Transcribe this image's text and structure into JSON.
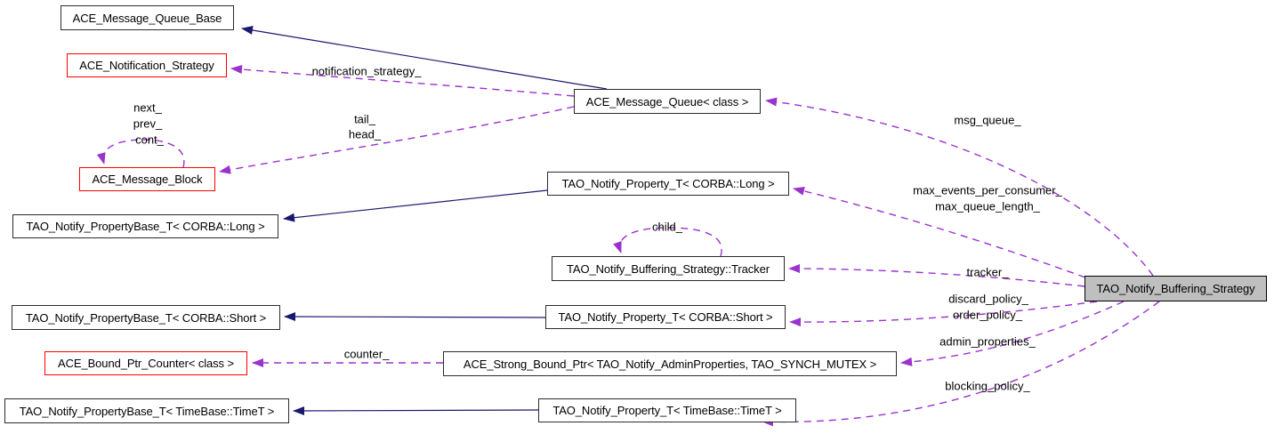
{
  "diagram": {
    "kind": "doxygen-collaboration-graph",
    "main_class": "TAO_Notify_Buffering_Strategy"
  },
  "colors": {
    "inheritance_edge": "#191970",
    "usage_edge": "#9a32cd",
    "node_border": "#2b2b2b",
    "truncated_node_border": "#ff0000",
    "main_node_fill": "#bfbfbf",
    "node_fill": "#ffffff"
  },
  "nodes": {
    "ace_message_queue_base": "ACE_Message_Queue_Base",
    "ace_notification_strategy": "ACE_Notification_Strategy",
    "ace_message_block": "ACE_Message_Block",
    "tao_notify_propertybase_long": "TAO_Notify_PropertyBase_T< CORBA::Long >",
    "tao_notify_propertybase_short": "TAO_Notify_PropertyBase_T< CORBA::Short >",
    "ace_bound_ptr_counter": "ACE_Bound_Ptr_Counter< class >",
    "tao_notify_propertybase_timet": "TAO_Notify_PropertyBase_T< TimeBase::TimeT >",
    "ace_message_queue": "ACE_Message_Queue< class >",
    "tao_notify_property_long": "TAO_Notify_Property_T< CORBA::Long >",
    "tracker": "TAO_Notify_Buffering_Strategy::Tracker",
    "tao_notify_property_short": "TAO_Notify_Property_T< CORBA::Short >",
    "ace_strong_bound_ptr": "ACE_Strong_Bound_Ptr< TAO_Notify_AdminProperties, TAO_SYNCH_MUTEX >",
    "tao_notify_property_timet": "TAO_Notify_Property_T< TimeBase::TimeT >",
    "main": "TAO_Notify_Buffering_Strategy"
  },
  "labels": {
    "notification_strategy": "notification_strategy_",
    "next": "next_",
    "prev": "prev_",
    "cont": "cont_",
    "tail": "tail_",
    "head": "head_",
    "msg_queue": "msg_queue_",
    "max_events_per_consumer": "max_events_per_consumer_",
    "max_queue_length": "max_queue_length_",
    "child": "child_",
    "tracker": "tracker_",
    "discard_policy": "discard_policy_",
    "order_policy": "order_policy_",
    "admin_properties": "admin_properties_",
    "blocking_policy": "blocking_policy_",
    "counter": "counter_"
  },
  "edges": [
    {
      "from": "ACE_Message_Queue< class >",
      "to": "ACE_Message_Queue_Base",
      "type": "inheritance"
    },
    {
      "from": "TAO_Notify_Property_T< CORBA::Long >",
      "to": "TAO_Notify_PropertyBase_T< CORBA::Long >",
      "type": "inheritance"
    },
    {
      "from": "TAO_Notify_Property_T< CORBA::Short >",
      "to": "TAO_Notify_PropertyBase_T< CORBA::Short >",
      "type": "inheritance"
    },
    {
      "from": "TAO_Notify_Property_T< TimeBase::TimeT >",
      "to": "TAO_Notify_PropertyBase_T< TimeBase::TimeT >",
      "type": "inheritance"
    },
    {
      "from": "ACE_Message_Queue< class >",
      "to": "ACE_Notification_Strategy",
      "type": "usage",
      "label": "notification_strategy_"
    },
    {
      "from": "ACE_Message_Queue< class >",
      "to": "ACE_Message_Block",
      "type": "usage",
      "label": "tail_ head_"
    },
    {
      "from": "ACE_Message_Block",
      "to": "ACE_Message_Block",
      "type": "usage",
      "label": "next_ prev_ cont_"
    },
    {
      "from": "TAO_Notify_Buffering_Strategy::Tracker",
      "to": "TAO_Notify_Buffering_Strategy::Tracker",
      "type": "usage",
      "label": "child_"
    },
    {
      "from": "TAO_Notify_Buffering_Strategy",
      "to": "ACE_Message_Queue< class >",
      "type": "usage",
      "label": "msg_queue_"
    },
    {
      "from": "TAO_Notify_Buffering_Strategy",
      "to": "TAO_Notify_Property_T< CORBA::Long >",
      "type": "usage",
      "label": "max_events_per_consumer_ max_queue_length_"
    },
    {
      "from": "TAO_Notify_Buffering_Strategy",
      "to": "TAO_Notify_Buffering_Strategy::Tracker",
      "type": "usage",
      "label": "tracker_"
    },
    {
      "from": "TAO_Notify_Buffering_Strategy",
      "to": "TAO_Notify_Property_T< CORBA::Short >",
      "type": "usage",
      "label": "discard_policy_ order_policy_"
    },
    {
      "from": "TAO_Notify_Buffering_Strategy",
      "to": "ACE_Strong_Bound_Ptr< TAO_Notify_AdminProperties, TAO_SYNCH_MUTEX >",
      "type": "usage",
      "label": "admin_properties_"
    },
    {
      "from": "TAO_Notify_Buffering_Strategy",
      "to": "TAO_Notify_Property_T< TimeBase::TimeT >",
      "type": "usage",
      "label": "blocking_policy_"
    },
    {
      "from": "ACE_Strong_Bound_Ptr< TAO_Notify_AdminProperties, TAO_SYNCH_MUTEX >",
      "to": "ACE_Bound_Ptr_Counter< class >",
      "type": "usage",
      "label": "counter_"
    }
  ]
}
